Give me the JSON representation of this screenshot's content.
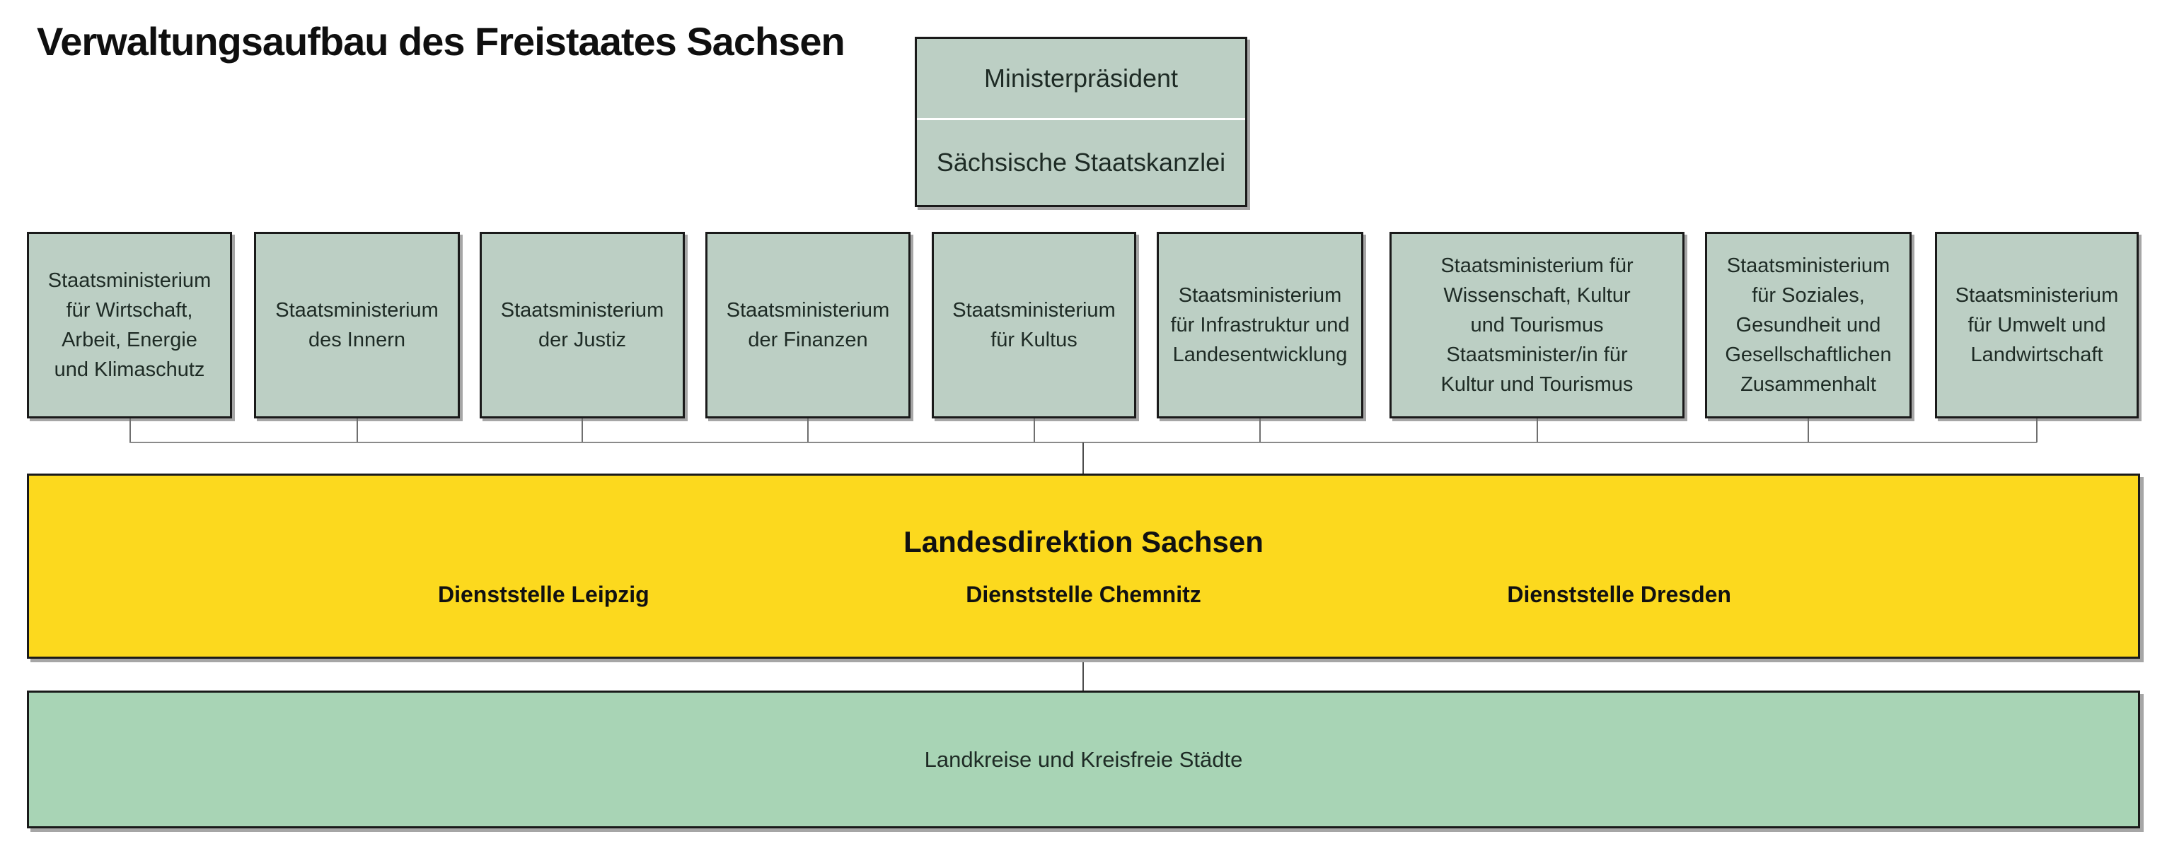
{
  "title": "Verwaltungsaufbau des Freistaates Sachsen",
  "colors": {
    "ministry_fill": "#bccfc4",
    "landesdirektion_fill": "#fcd91e",
    "landkreise_fill": "#a8d4b5",
    "border": "#1a1a1a",
    "connector_line": "#8a8a8a",
    "shadow": "#a6a6a6"
  },
  "head_box": {
    "top": "Ministerpräsident",
    "bottom": "Sächsische Staatskanzlei"
  },
  "ministries": [
    {
      "text": "Staatsministerium\nfür Wirtschaft,\nArbeit, Energie\nund Klimaschutz"
    },
    {
      "text": "Staatsministerium\ndes Innern"
    },
    {
      "text": "Staatsministerium\nder Justiz"
    },
    {
      "text": "Staatsministerium\nder Finanzen"
    },
    {
      "text": "Staatsministerium\nfür Kultus"
    },
    {
      "text": "Staatsministerium\nfür Infrastruktur und\nLandesentwicklung"
    },
    {
      "text": "Staatsministerium für\nWissenschaft, Kultur\nund Tourismus\nStaatsminister/in für\nKultur und Tourismus"
    },
    {
      "text": "Staatsministerium\nfür Soziales,\nGesundheit und\nGesellschaftlichen\nZusammenhalt"
    },
    {
      "text": "Staatsministerium\nfür Umwelt und\nLandwirtschaft"
    }
  ],
  "landesdirektion": {
    "title": "Landesdirektion Sachsen",
    "offices": [
      "Dienststelle Leipzig",
      "Dienststelle Chemnitz",
      "Dienststelle Dresden"
    ]
  },
  "municipal": {
    "label": "Landkreise und Kreisfreie Städte"
  }
}
